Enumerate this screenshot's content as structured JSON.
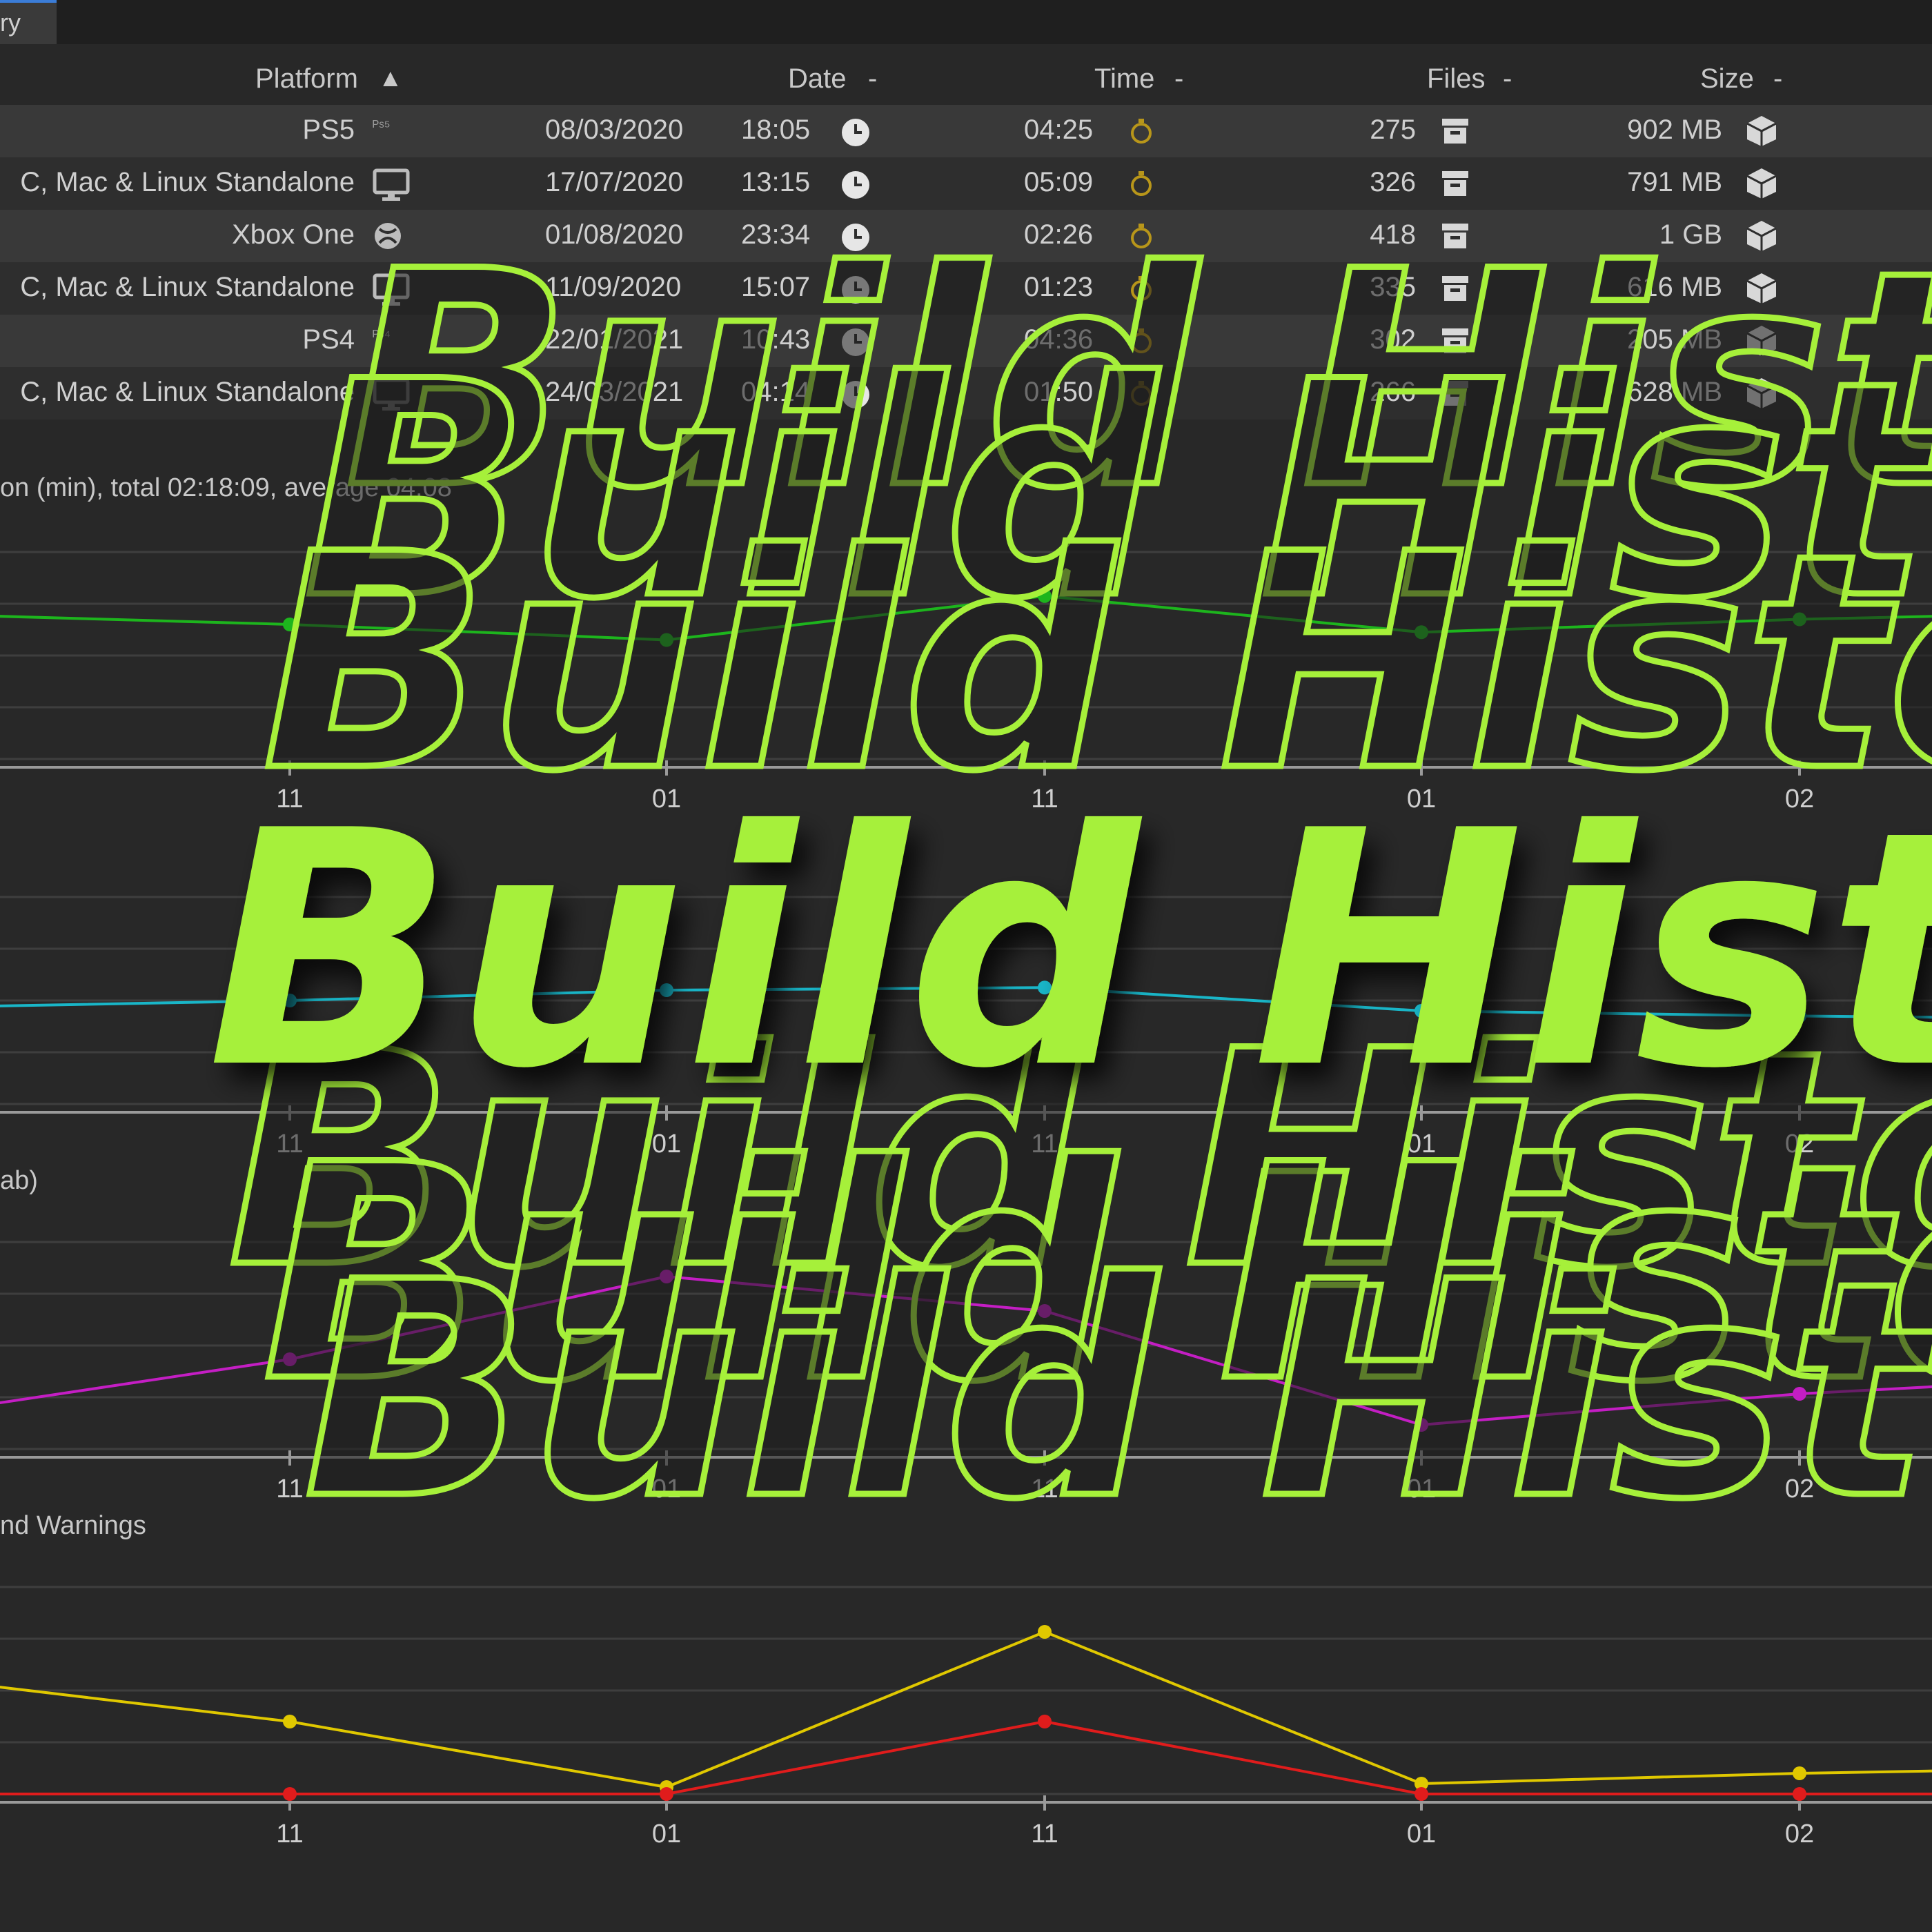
{
  "window": {
    "tab_label": "ry"
  },
  "table": {
    "headers": {
      "platform": "Platform",
      "date": "Date",
      "time": "Time",
      "files": "Files",
      "size": "Size",
      "sort_asc": "▲",
      "sort_none": "-"
    },
    "rows": [
      {
        "platform": "PS5",
        "icon": "ps5-icon",
        "date": "08/03/2020",
        "clock": "18:05",
        "time": "04:25",
        "files": "275",
        "size": "902 MB"
      },
      {
        "platform": "C, Mac & Linux Standalone",
        "icon": "monitor-icon",
        "date": "17/07/2020",
        "clock": "13:15",
        "time": "05:09",
        "files": "326",
        "size": "791 MB"
      },
      {
        "platform": "Xbox One",
        "icon": "xbox-icon",
        "date": "01/08/2020",
        "clock": "23:34",
        "time": "02:26",
        "files": "418",
        "size": "1 GB"
      },
      {
        "platform": "C, Mac & Linux Standalone",
        "icon": "monitor-icon",
        "date": "11/09/2020",
        "clock": "15:07",
        "time": "01:23",
        "files": "335",
        "size": "616 MB"
      },
      {
        "platform": "PS4",
        "icon": "ps4-icon",
        "date": "22/01/2021",
        "clock": "10:43",
        "time": "04:36",
        "files": "302",
        "size": "205 MB"
      },
      {
        "platform": "C, Mac & Linux Standalone",
        "icon": "monitor-icon",
        "date": "24/03/2021",
        "clock": "04:14",
        "time": "01:50",
        "files": "266",
        "size": "628 MB"
      }
    ]
  },
  "sections": {
    "duration_label": "on (min), total 02:18:09, average 04:08",
    "size_label": "ab)",
    "errors_label": "nd Warnings"
  },
  "overlay": {
    "title": "Build History",
    "accent": "#a6f03a"
  },
  "colors": {
    "duration": "#1db51d",
    "files": "#19b6c8",
    "size": "#c41ec4",
    "warnings": "#e0c800",
    "errors": "#e01c1c"
  },
  "chart_data": [
    {
      "type": "line",
      "title": "",
      "categories": [
        "11",
        "01",
        "11",
        "01",
        "02"
      ],
      "series": [
        {
          "values": [
            5.2,
            4.6,
            6.3,
            4.9,
            5.4
          ]
        }
      ]
    },
    {
      "type": "line",
      "title": "",
      "categories": [
        "11",
        "01",
        "11",
        "01",
        "02"
      ],
      "series": [
        {
          "values": [
            4.0,
            4.4,
            4.5,
            3.6,
            3.4
          ]
        }
      ]
    },
    {
      "type": "line",
      "title": "",
      "categories": [
        "11",
        "01",
        "11",
        "01",
        "02"
      ],
      "series": [
        {
          "values": [
            2.6,
            5.0,
            4.0,
            0.7,
            1.6
          ]
        }
      ]
    },
    {
      "type": "line",
      "title": "",
      "categories": [
        "11",
        "01",
        "11",
        "01",
        "02"
      ],
      "series": [
        {
          "values": [
            2.1,
            0.2,
            4.7,
            0.3,
            0.6
          ]
        },
        {
          "values": [
            0.0,
            0.0,
            2.1,
            0.0,
            0.0
          ]
        }
      ]
    }
  ]
}
